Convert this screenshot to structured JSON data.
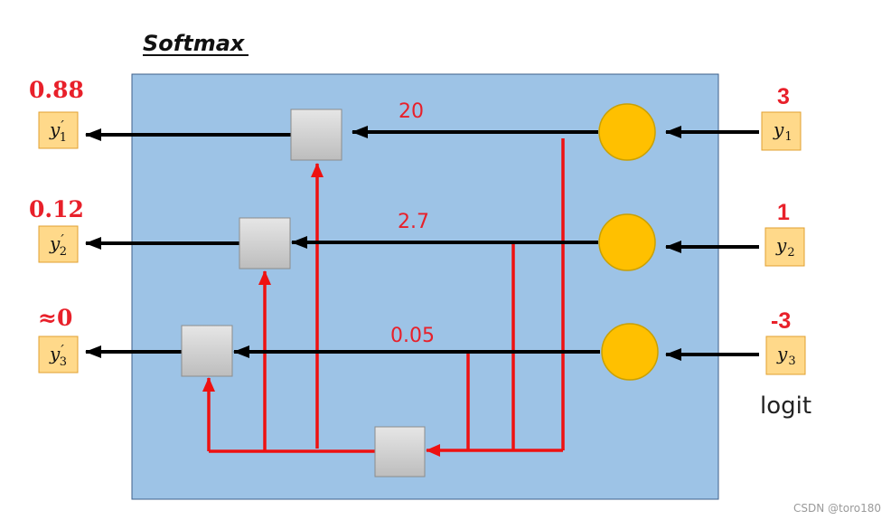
{
  "title": "Softmax",
  "outputs": [
    {
      "prob": "0.88",
      "var": "y",
      "prime": "′",
      "sub": "1"
    },
    {
      "prob": "0.12",
      "var": "y",
      "prime": "′",
      "sub": "2"
    },
    {
      "prob": "≈0",
      "var": "y",
      "prime": "′",
      "sub": "3"
    }
  ],
  "exp_values": [
    "20",
    "2.7",
    "0.05"
  ],
  "inputs": [
    {
      "logit": "3",
      "var": "y",
      "sub": "1"
    },
    {
      "logit": "1",
      "var": "y",
      "sub": "2"
    },
    {
      "logit": "-3",
      "var": "y",
      "sub": "3"
    }
  ],
  "logit_label": "logit",
  "watermark": "CSDN @toro180",
  "colors": {
    "box_fill": "#9dc3e6",
    "box_stroke": "#3d5f8a",
    "node_fill": "#ffc000",
    "node_stroke": "#c9a000",
    "label_fill": "#ffd98a",
    "label_stroke": "#e0a030",
    "flow_red": "#ee1111",
    "arrow_black": "#000000",
    "value_red": "#e8202a"
  }
}
